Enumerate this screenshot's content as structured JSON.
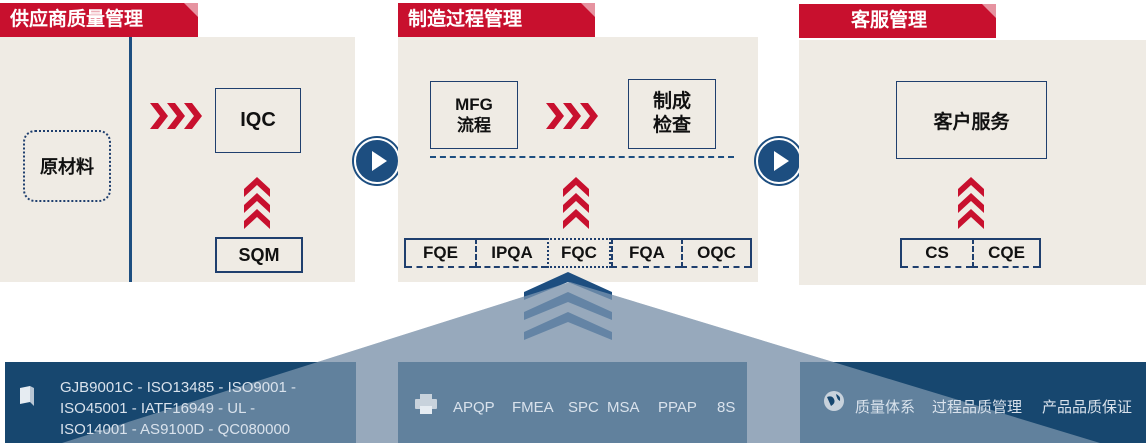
{
  "sections": {
    "supplier": {
      "title": "供应商质量管理",
      "raw_material": "原材料",
      "iqc": "IQC",
      "sqm": "SQM"
    },
    "manufacturing": {
      "title": "制造过程管理",
      "mfg_line1": "MFG",
      "mfg_line2": "流程",
      "inspect_line1": "制成",
      "inspect_line2": "检查",
      "steps": [
        "FQE",
        "IPQA",
        "FQC",
        "FQA",
        "OQC"
      ]
    },
    "service": {
      "title": "客服管理",
      "customer_service": "客户服务",
      "steps": [
        "CS",
        "CQE"
      ]
    }
  },
  "bottom": {
    "standards_line1": "GJB9001C - ISO13485 - ISO9001 -",
    "standards_line2": "ISO45001 - IATF16949 - UL -",
    "standards_line3": "ISO14001 - AS9100D - QC080000",
    "tools": [
      "APQP",
      "FMEA",
      "SPC",
      "MSA",
      "PPAP",
      "8S"
    ],
    "systems": [
      "质量体系",
      "过程品质管理",
      "产品品质保证"
    ]
  },
  "colors": {
    "accent_red": "#c8102e",
    "navy": "#1d4e80",
    "panel": "#efebe4",
    "bar": "#17476f"
  }
}
